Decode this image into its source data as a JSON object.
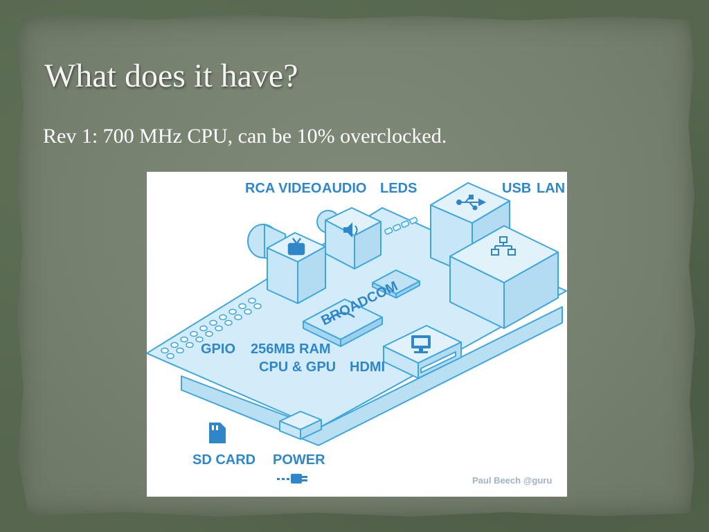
{
  "slide": {
    "title": "What does it have?",
    "bullet": "Rev 1: 700 MHz CPU, can be 10% overclocked."
  },
  "diagram": {
    "labels": {
      "rca_video": "RCA VIDEO",
      "audio": "AUDIO",
      "leds": "LEDS",
      "usb": "USB",
      "lan": "LAN",
      "gpio": "GPIO",
      "ram_line1": "256MB RAM",
      "ram_line2": "CPU & GPU",
      "hdmi": "HDMI",
      "sd_card": "SD CARD",
      "power": "POWER",
      "chip_brand": "BROADCOM"
    },
    "credit": "Paul Beech @guru",
    "icons": [
      "tv-icon",
      "speaker-icon",
      "usb-icon",
      "network-icon",
      "monitor-icon",
      "sd-card-icon",
      "power-plug-icon"
    ],
    "colors": {
      "accent": "#2f86c9",
      "board_fill": "#cdeaf8",
      "board_stroke": "#3fa6dd"
    }
  }
}
